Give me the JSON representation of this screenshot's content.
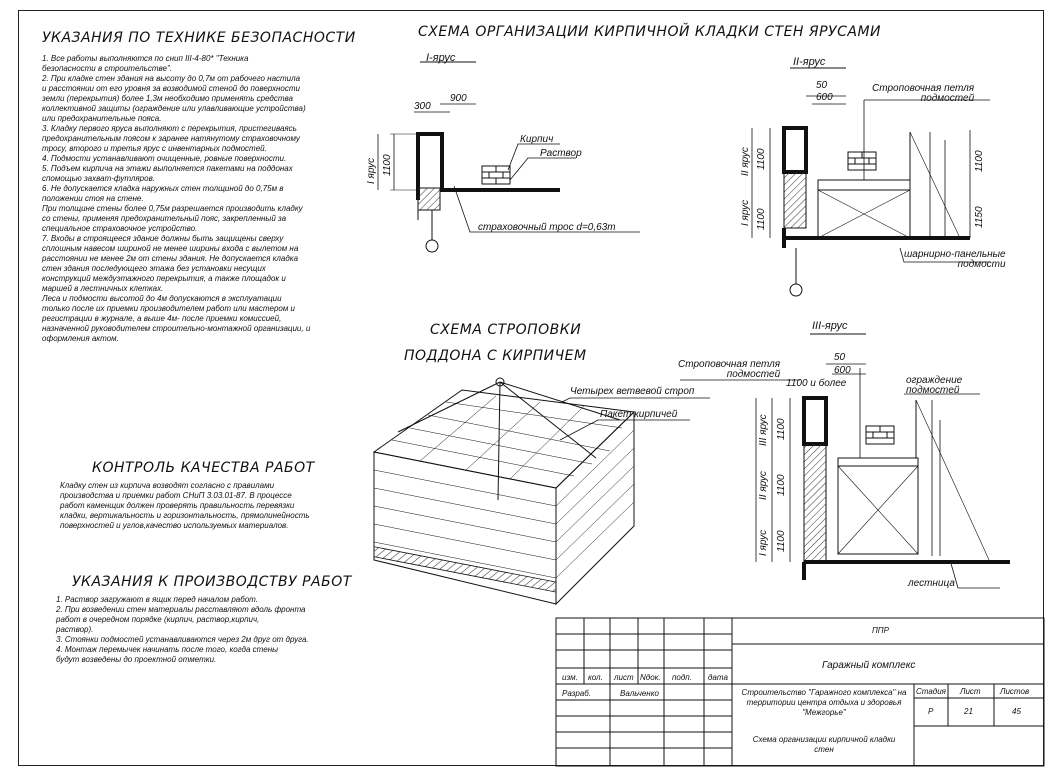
{
  "safety": {
    "title": "УКАЗАНИЯ ПО ТЕХНИКЕ БЕЗОПАСНОСТИ",
    "body": "1. Все работы выполняются по снип III-4-80* \"Техника\nбезопасности в строительстве\".\n2. При кладке стен здания на высоту до 0,7м от рабочего настила\nи расстоянии от его уровня за возводимой стеной до поверхности\nземли (перекрытия) более 1,3м необходимо применять средства\nколлективной защиты (ограждение или улавливающие устройства)\nили предохранительные пояса.\n3. Кладку первого яруса выполняют с перекрытия, пристегиваясь\nпредохранительным поясом к заранее натянутому страховочному\nтросу, второго и третья ярус с инвентарных подмостей.\n4. Подмости устанавливают очищенные, ровные поверхности.\n5. Подъем кирпича на этажи выполняется пакетами на поддонах\nспомощью захват-футляров.\n6. Не допускается кладка наружных стен толщиной до 0,75м в\nположении стоя на стене.\nПри толщине стены более 0,75м разрешается производить кладку\nсо стены, применяя предохранительный пояс, закрепленный за\nспециальное страховочное устройство.\n7. Входы в строящееся здание должны быть защищены сверху\nсплошным навесом шириной не менее ширины входа с вылетом на\nрасстоянии не менее 2м от стены здания. Не допускается кладка\nстен здания последующего этажа без установки несущих\nконструкций междуэтажного перекрытия, а также площадок и\nмаршей в лестничных клетках.\nЛеса и подмости высотой до 4м допускаются в эксплуатации\nтолько после их приемки производителем работ или мастером и\nрегистрации в журнале, а выше 4м- после приемки комиссией,\nназначенной руководителем строительно-монтажной организации, и\nоформления актом."
  },
  "quality": {
    "title": "КОНТРОЛЬ КАЧЕСТВА РАБОТ",
    "body": "Кладку стен из кирпича возводят согласно с правилами\nпроизводства и приемки работ СНиП 3.03.01-87. В процессе\nработ каменщик должен проверять правильность перевязки\nкладки, вертикальность и горизонтальность, прямолинейность\nповерхностей и углов,качество используемых материалов."
  },
  "production": {
    "title": "УКАЗАНИЯ К ПРОИЗВОДСТВУ РАБОТ",
    "body": "1. Раствор загружают в ящик перед началом работ.\n2. При возведении стен материалы расставляют вдоль фронта\nработ в очередном порядке (кирпич, раствор,кирпич,\nраствор).\n3. Стоянки подмостей устанавливаются через 2м друг от друга.\n4. Монтаж перемычек начинать после того, когда стены\nбудут возведены до проектной отметки."
  },
  "scheme": {
    "title": "СХЕМА ОРГАНИЗАЦИИ КИРПИЧНОЙ КЛАДКИ СТЕН ЯРУСАМИ",
    "tier1": "I-ярус",
    "tier2": "II-ярус",
    "tier3": "III-ярус",
    "d300": "300",
    "d900": "900",
    "d1100": "1100",
    "d50": "50",
    "d600": "600",
    "d1150": "1150",
    "tier1_side": "I ярус",
    "tier2_side": "II ярус",
    "tier3_side": "III ярус",
    "brick": "Кирпич",
    "mortar": "Раствор",
    "rope": "страховочный трос d=0,63т",
    "loop": "Строповочная петля\nподмостей",
    "hinged": "шарнирно-панельные\nподмости",
    "fence": "ограждение\nподмостей",
    "ladder": "лестница",
    "d1100more": "1100 и более"
  },
  "sling": {
    "title1": "СХЕМА СТРОПОВКИ",
    "title2": "ПОДДОНА С КИРПИЧЕМ",
    "strop": "Четырех ветвевой строп",
    "pack": "Пакет кирпичей"
  },
  "titleblock": {
    "code": "ППР",
    "name": "Гаражный комплекс",
    "cols": [
      "изм.",
      "кол.",
      "лист",
      "Nдок.",
      "подп.",
      "дата"
    ],
    "developer_role": "Разраб.",
    "developer": "Вальченко",
    "project": "Строительство \"Гаражного комплекса\" на\nтерритории центра отдыха и здоровья\n\"Межгорье\"",
    "stage_h": "Стадия",
    "sheet_h": "Лист",
    "sheets_h": "Листов",
    "stage": "Р",
    "sheet": "21",
    "sheets": "45",
    "drawing": "Схема организации кирпичной кладки\nстен"
  },
  "colors": {
    "line": "#111111",
    "hatch": "#333333"
  }
}
